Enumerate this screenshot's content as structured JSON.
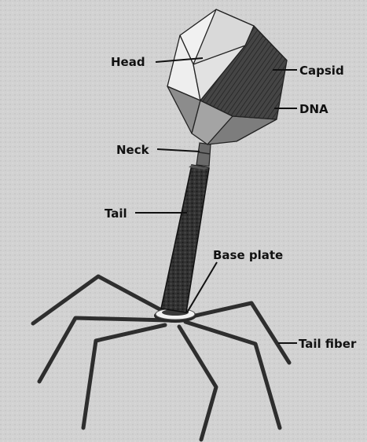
{
  "labels": {
    "head": "Head",
    "capsid": "Capsid",
    "dna": "DNA",
    "neck": "Neck",
    "tail": "Tail",
    "base_plate": "Base plate",
    "tail_fiber": "Tail fiber"
  },
  "colors": {
    "background": "#d4d4d4",
    "capsid_light": "#e9e9e9",
    "capsid_dark": "#3b3b3b",
    "tail": "#2a2a2a",
    "fiber": "#2e2e2e",
    "text": "#111111"
  }
}
